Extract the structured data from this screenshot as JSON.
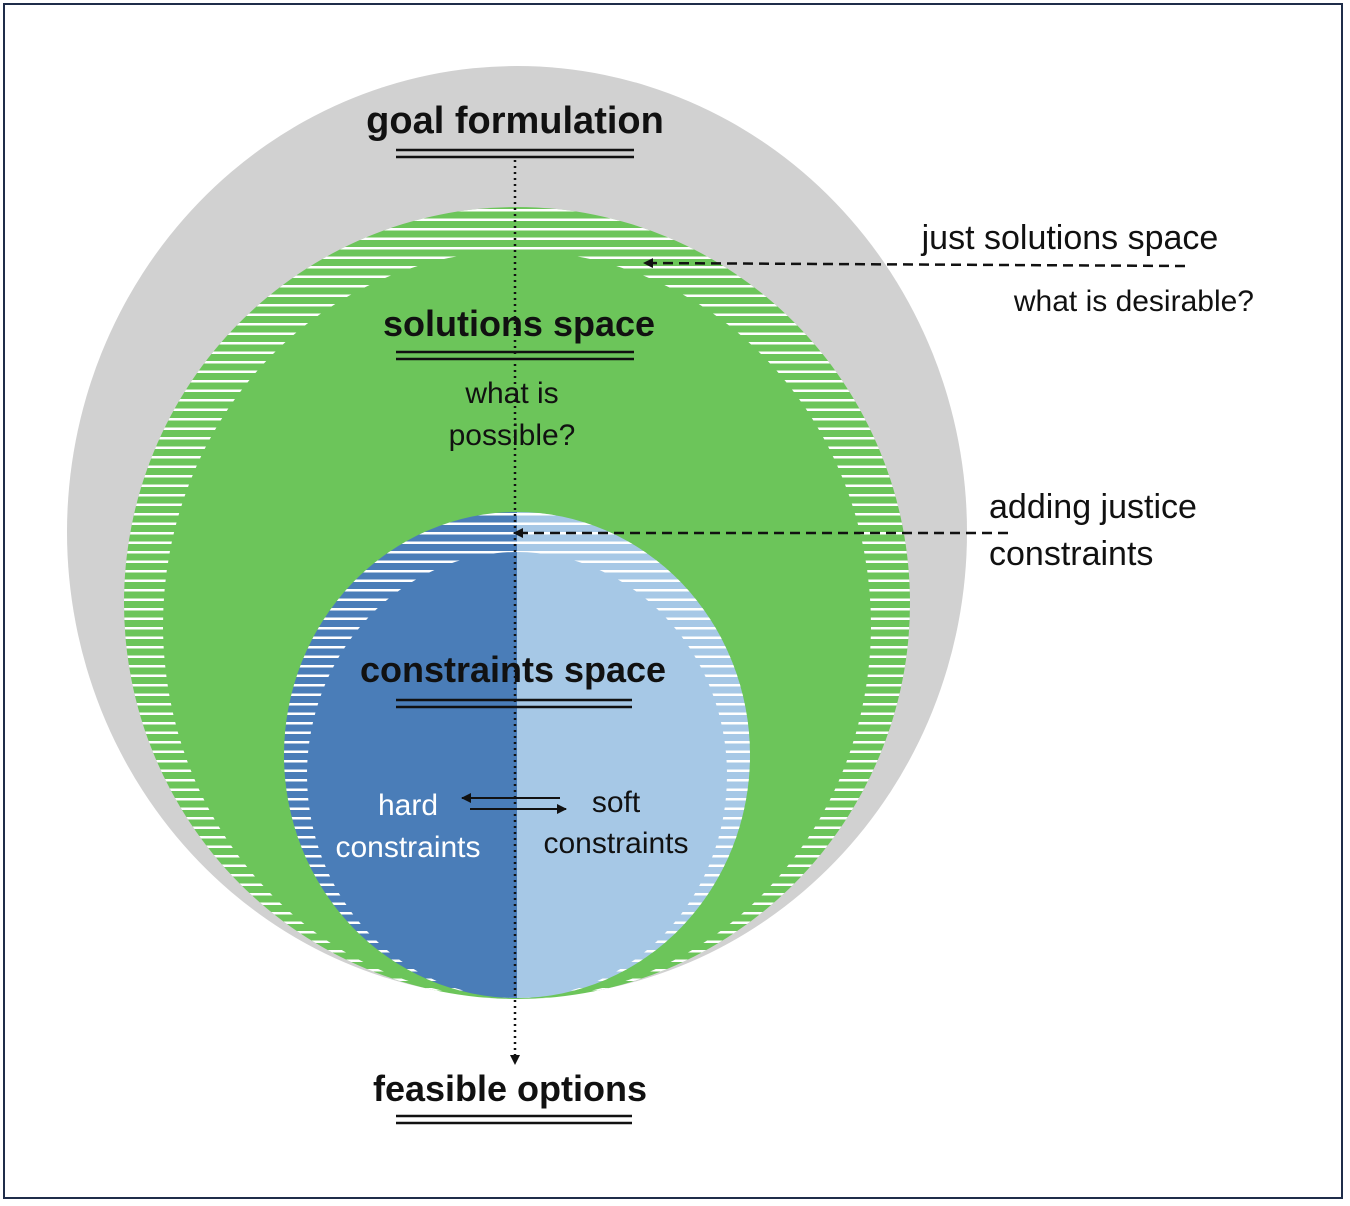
{
  "labels": {
    "goal_formulation": "goal formulation",
    "solutions_space": "solutions space",
    "solutions_question_line1": "what is",
    "solutions_question_line2": "possible?",
    "constraints_space": "constraints space",
    "hard_line1": "hard",
    "hard_line2": "constraints",
    "soft_line1": "soft",
    "soft_line2": "constraints",
    "feasible_options": "feasible options",
    "just_solutions_space": "just solutions space",
    "what_is_desirable": "what is desirable?",
    "adding_justice_line1": "adding justice",
    "adding_justice_line2": "constraints"
  },
  "colors": {
    "outer_circle": "#d1d1d1",
    "solutions_green": "#6cc55a",
    "hard_blue": "#4a7db8",
    "soft_blue": "#a6c8e6",
    "hatch": "#ffffff",
    "text": "#111111",
    "frame": "#1f2d4a"
  }
}
